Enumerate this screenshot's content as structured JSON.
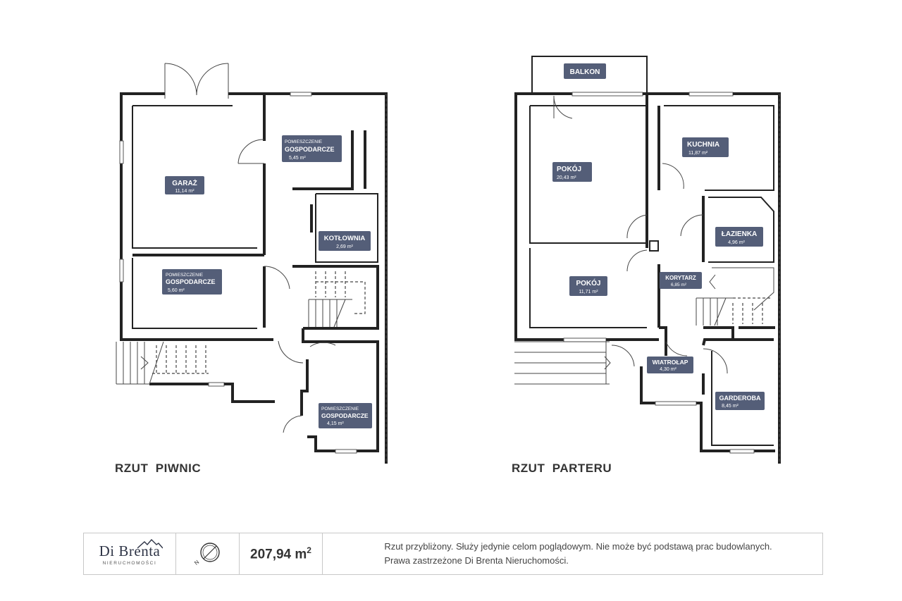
{
  "plans": [
    {
      "title": "RZUT  PIWNIC",
      "rooms": [
        {
          "id": "garaz",
          "name": "GARAŻ",
          "area": "11,14 m²"
        },
        {
          "id": "pom1",
          "name_small": "POMIESZCZENIE",
          "name": "GOSPODARCZE",
          "area": "5,45 m²"
        },
        {
          "id": "kotlownia",
          "name": "KOTŁOWNIA",
          "area": "2,69 m²"
        },
        {
          "id": "pom2",
          "name_small": "POMIESZCZENIE",
          "name": "GOSPODARCZE",
          "area": "5,60 m²"
        },
        {
          "id": "pom3",
          "name_small": "POMIESZCZENIE",
          "name": "GOSPODARCZE",
          "area": "4,15 m²"
        }
      ]
    },
    {
      "title": "RZUT  PARTERU",
      "rooms": [
        {
          "id": "balkon",
          "name": "BALKON",
          "area": ""
        },
        {
          "id": "pokoj1",
          "name": "POKÓJ",
          "area": "20,43 m²"
        },
        {
          "id": "kuchnia",
          "name": "KUCHNIA",
          "area": "11,87 m²"
        },
        {
          "id": "lazienka",
          "name": "ŁAZIENKA",
          "area": "4,96 m²"
        },
        {
          "id": "pokoj2",
          "name": "POKÓJ",
          "area": "11,71 m²"
        },
        {
          "id": "korytarz",
          "name": "KORYTARZ",
          "area": "6,85 m²"
        },
        {
          "id": "wiatrolap",
          "name": "WIATROŁAP",
          "area": "4,30 m²"
        },
        {
          "id": "garderoba",
          "name": "GARDEROBA",
          "area": "8,45 m²"
        }
      ]
    }
  ],
  "footer": {
    "logo_name": "Di Brenta",
    "logo_sub": "NIERUCHOMOŚCI",
    "compass_icon": "compass-icon",
    "total_area": "207,94 m",
    "total_area_sup": "2",
    "note_line1": "Rzut przybliżony. Służy jedynie celom poglądowym. Nie może być podstawą prac budowlanych.",
    "note_line2": "Prawa zastrzeżone Di Brenta Nieruchomości."
  },
  "colors": {
    "label_bg": "#545e78",
    "wall": "#222222"
  }
}
